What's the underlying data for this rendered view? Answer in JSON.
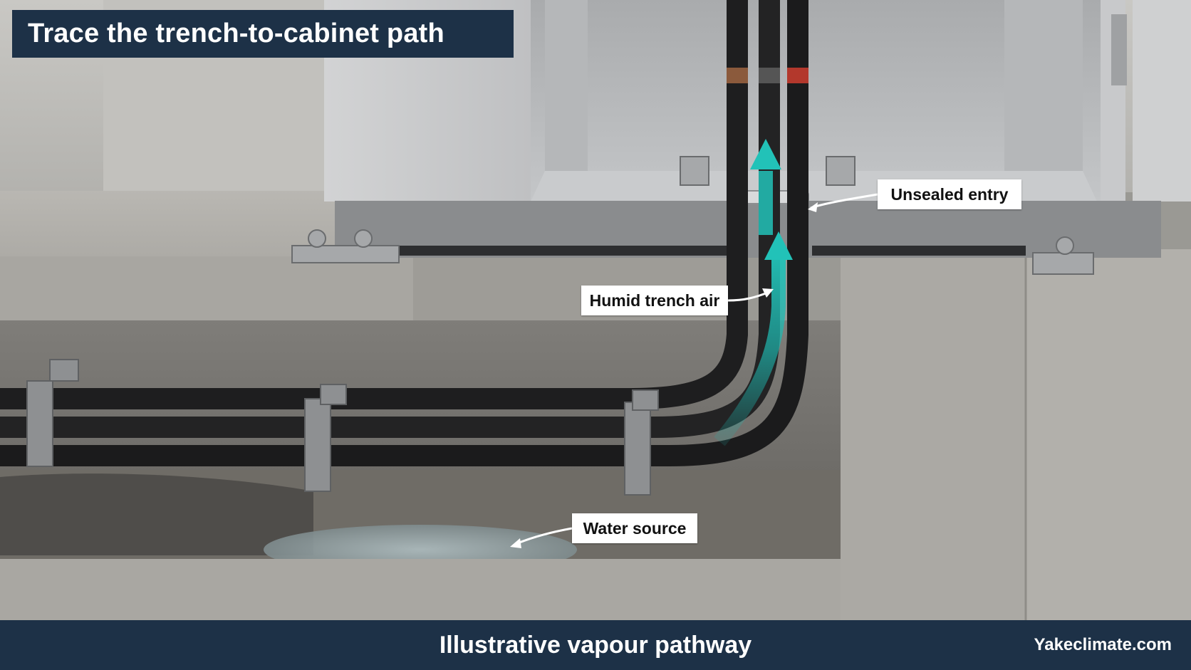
{
  "title": "Trace the trench-to-cabinet path",
  "callouts": {
    "unsealed_entry": "Unsealed entry",
    "humid_trench_air": "Humid trench air",
    "water_source": "Water source"
  },
  "footer": {
    "caption": "Illustrative vapour pathway",
    "brand": "Yakeclimate.com"
  },
  "colors": {
    "banner": "#1d3147",
    "vapour_arrow": "#1fb5ad",
    "callout_bg": "#ffffff"
  }
}
